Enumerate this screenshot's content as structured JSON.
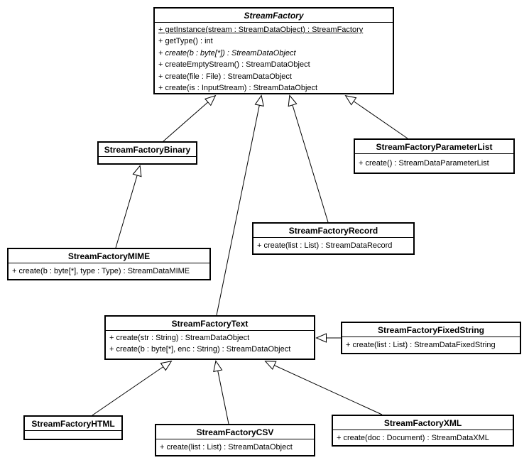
{
  "diagram": {
    "type": "uml-class-diagram",
    "background_color": "#ffffff",
    "line_color": "#000000",
    "classes": {
      "factory": {
        "name": "StreamFactory",
        "abstract": true,
        "methods": [
          "+ getInstance(stream : StreamDataObject) : StreamFactory",
          "+ getType() : int",
          "+ create(b : byte[*]) : StreamDataObject",
          "+ createEmptyStream() : StreamDataObject",
          "+ create(file : File) : StreamDataObject",
          "+ create(is : InputStream) : StreamDataObject"
        ]
      },
      "binary": {
        "name": "StreamFactoryBinary",
        "methods": []
      },
      "plist": {
        "name": "StreamFactoryParameterList",
        "methods": [
          "+ create() : StreamDataParameterList"
        ]
      },
      "record": {
        "name": "StreamFactoryRecord",
        "methods": [
          "+ create(list : List) : StreamDataRecord"
        ]
      },
      "mime": {
        "name": "StreamFactoryMIME",
        "methods": [
          "+ create(b : byte[*], type : Type) : StreamDataMIME"
        ]
      },
      "text": {
        "name": "StreamFactoryText",
        "methods": [
          "+ create(str : String) : StreamDataObject",
          "+ create(b : byte[*], enc : String) : StreamDataObject"
        ]
      },
      "fixed": {
        "name": "StreamFactoryFixedString",
        "methods": [
          "+ create(list : List) : StreamDataFixedString"
        ]
      },
      "html": {
        "name": "StreamFactoryHTML",
        "methods": []
      },
      "csv": {
        "name": "StreamFactoryCSV",
        "methods": [
          "+ create(list : List) : StreamDataObject"
        ]
      },
      "xml": {
        "name": "StreamFactoryXML",
        "methods": [
          "+ create(doc : Document) : StreamDataXML"
        ]
      }
    },
    "relationships": [
      {
        "type": "generalization",
        "from": "StreamFactoryBinary",
        "to": "StreamFactory"
      },
      {
        "type": "generalization",
        "from": "StreamFactoryText",
        "to": "StreamFactory"
      },
      {
        "type": "generalization",
        "from": "StreamFactoryRecord",
        "to": "StreamFactory"
      },
      {
        "type": "generalization",
        "from": "StreamFactoryParameterList",
        "to": "StreamFactory"
      },
      {
        "type": "generalization",
        "from": "StreamFactoryMIME",
        "to": "StreamFactoryBinary"
      },
      {
        "type": "generalization",
        "from": "StreamFactoryHTML",
        "to": "StreamFactoryText"
      },
      {
        "type": "generalization",
        "from": "StreamFactoryCSV",
        "to": "StreamFactoryText"
      },
      {
        "type": "generalization",
        "from": "StreamFactoryXML",
        "to": "StreamFactoryText"
      },
      {
        "type": "generalization",
        "from": "StreamFactoryFixedString",
        "to": "StreamFactoryText"
      }
    ]
  }
}
